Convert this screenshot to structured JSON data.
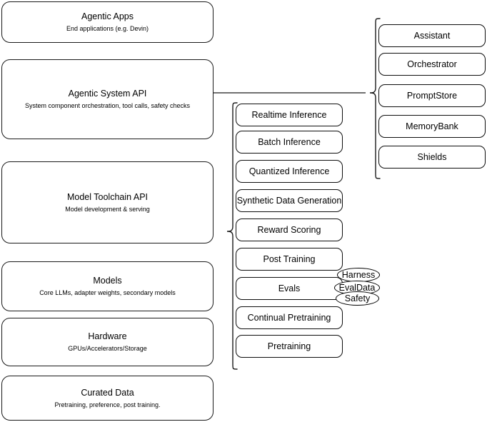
{
  "diagram": {
    "left_stack": [
      {
        "title": "Agentic Apps",
        "subtitle": "End applications (e.g. Devin)"
      },
      {
        "title": "Agentic System API",
        "subtitle": "System component orchestration, tool calls, safety checks"
      },
      {
        "title": "Model Toolchain API",
        "subtitle": "Model development & serving"
      },
      {
        "title": "Models",
        "subtitle": "Core LLMs, adapter weights, secondary models"
      },
      {
        "title": "Hardware",
        "subtitle": "GPUs/Accelerators/Storage"
      },
      {
        "title": "Curated Data",
        "subtitle": "Pretraining, preference, post training."
      }
    ],
    "toolchain_capabilities": [
      {
        "label": "Realtime Inference"
      },
      {
        "label": "Batch Inference"
      },
      {
        "label": "Quantized Inference"
      },
      {
        "label": "Synthetic Data Generation"
      },
      {
        "label": "Reward Scoring"
      },
      {
        "label": "Post Training"
      },
      {
        "label": "Evals"
      },
      {
        "label": "Continual Pretraining"
      },
      {
        "label": "Pretraining"
      }
    ],
    "eval_badges": [
      {
        "label": "Harness"
      },
      {
        "label": "EvalData"
      },
      {
        "label": "Safety"
      }
    ],
    "agentic_components": [
      {
        "label": "Assistant"
      },
      {
        "label": "Orchestrator"
      },
      {
        "label": "PromptStore"
      },
      {
        "label": "MemoryBank"
      },
      {
        "label": "Shields"
      }
    ],
    "colors": {
      "stroke": "#1a1a1a",
      "background": "#ffffff",
      "text": "#000000"
    }
  }
}
